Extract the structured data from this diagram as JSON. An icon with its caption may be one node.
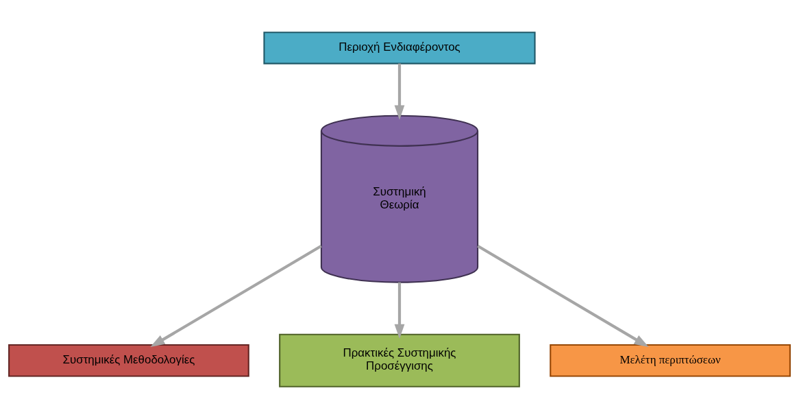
{
  "diagram": {
    "nodes": [
      {
        "text": [
          "Περιοχή Ενδιαφέροντος"
        ]
      },
      {
        "text": [
          "Συστημική Θεωρία"
        ]
      },
      {
        "text": [
          "Συστημικές Μεθοδολογίες"
        ]
      },
      {
        "text": [
          "Πρακτικές Συστημικής Προσέγγισης"
        ]
      },
      {
        "text": [
          "Μελέτη περιπτώσεων"
        ]
      }
    ],
    "edges": [
      {
        "from": 0,
        "to": 1,
        "arrow": "to"
      },
      {
        "from": 1,
        "to": 2,
        "arrow": "to"
      },
      {
        "from": 1,
        "to": 3,
        "arrow": "to"
      },
      {
        "from": 1,
        "to": 4,
        "arrow": "to"
      }
    ]
  }
}
